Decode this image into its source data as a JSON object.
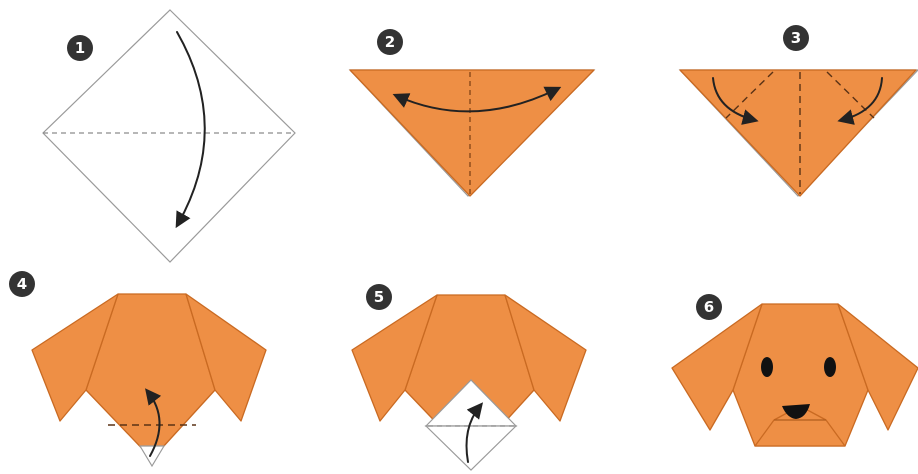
{
  "steps": [
    {
      "number": "1"
    },
    {
      "number": "2"
    },
    {
      "number": "3"
    },
    {
      "number": "4"
    },
    {
      "number": "5"
    },
    {
      "number": "6"
    }
  ],
  "colors": {
    "paper_orange": "#ee8f45",
    "paper_white": "#ffffff",
    "badge": "#333333",
    "ink": "#222222"
  }
}
